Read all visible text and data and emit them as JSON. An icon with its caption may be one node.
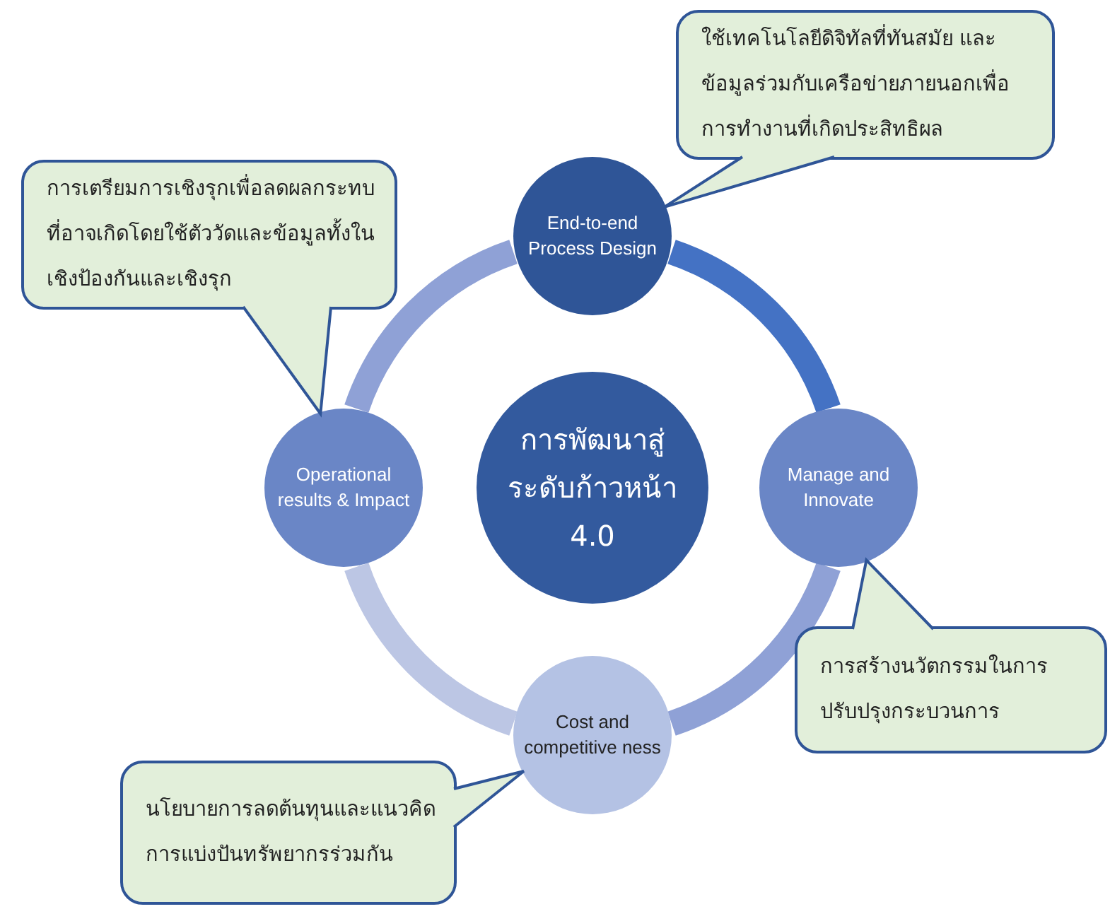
{
  "diagram": {
    "nodes": [
      {
        "text": [
          "การพัฒนาสู่ระดับก้าวหน้า 4.0"
        ]
      },
      {
        "text": [
          "End-to-end Process Design"
        ]
      },
      {
        "text": [
          "Manage and Innovate"
        ]
      },
      {
        "text": [
          "Cost and competitive ness"
        ]
      },
      {
        "text": [
          "Operational results & Impact"
        ]
      },
      {
        "text": [
          "ใช้เทคโนโลยีดิจิทัลที่ทันสมัย และข้อมูลร่วมกับเครือข่ายภายนอกเพื่อการทำงานที่เกิดประสิทธิผล"
        ]
      },
      {
        "text": [
          "การเตรียมการเชิงรุกเพื่อลดผลกระทบที่อาจเกิดโดยใช้ตัววัดและข้อมูลทั้งในเชิงป้องกันและเชิงรุก"
        ]
      },
      {
        "text": [
          "การสร้างนวัตกรรมในการปรับปรุงกระบวนการ"
        ]
      },
      {
        "text": [
          "นโยบายการลดต้นทุนและแนวคิดการแบ่งปันทรัพยากรร่วมกัน"
        ]
      }
    ],
    "edges": [
      {
        "from": 1,
        "to": 2,
        "arrow": "none",
        "color": "#4472c4"
      },
      {
        "from": 2,
        "to": 3,
        "arrow": "none",
        "color": "#8fa1d6"
      },
      {
        "from": 3,
        "to": 4,
        "arrow": "none",
        "color": "#bcc6e4"
      },
      {
        "from": 4,
        "to": 1,
        "arrow": "none",
        "color": "#8fa1d6"
      }
    ]
  }
}
